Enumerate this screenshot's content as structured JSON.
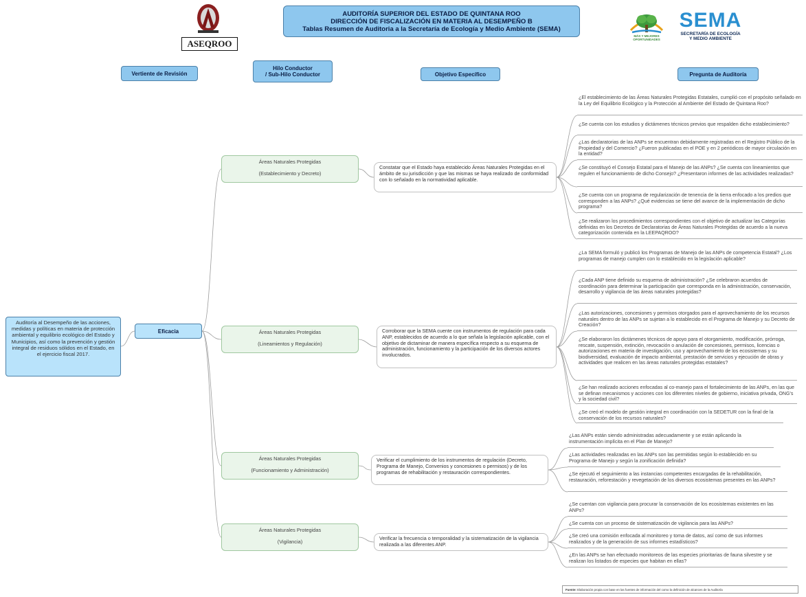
{
  "header": {
    "title_lines": [
      "AUDITORÍA SUPERIOR DEL ESTADO DE QUINTANA ROO",
      "DIRECCIÓN DE FISCALIZACIÓN EN MATERIA AL DESEMPEÑO B",
      "Tablas Resumen de Auditoria  a la Secretaría de Ecología y Medio Ambiente (SEMA)"
    ],
    "left_logo": "ASEQROO",
    "right_logo": {
      "emblem_motto": "MÁS Y MEJORES OPORTUNIDADES",
      "name": "SEMA",
      "subtitle_lines": [
        "SECRETARÍA DE ECOLOGÍA",
        "Y MEDIO AMBIENTE"
      ]
    }
  },
  "columns": {
    "vertiente": "Vertiente de Revisión",
    "hilo_lines": [
      "Hilo  Conductor",
      "/ Sub-Hilo Conductor"
    ],
    "objetivo": "Objetivo Específico",
    "pregunta": "Pregunta de Auditoría"
  },
  "root": "Auditoría al Desempeño de las acciones, medidas y políticas en materia de protección ambiental y equilibrio ecológico del Estado y Municipios, así como la prevención y gestión integral de residuos sólidos en el Estado, en el ejercicio fiscal 2017.",
  "dimension": "Eficacia",
  "branches": [
    {
      "topic": "Áreas  Naturales  Protegidas",
      "sub": "(Establecimiento y Decreto)",
      "objective": "Constatar que el Estado haya establecido Áreas Naturales Protegidas en el ámbito de su jurisdicción y que las mismas se haya realizado de conformidad con lo señalado en la normatividad aplicable.",
      "questions": [
        "¿El establecimiento de las Áreas Naturales Protegidas Estatales, cumplió con el propósito señalado en la Ley del Equilibrio Ecológico y la Protección al Ambiente del Estado de Quintana Roo?",
        "¿Se cuenta con los estudios y dictámenes técnicos previos que respalden dicho establecimiento?",
        "¿Las declaratorias de las ANPs se encuentran debidamente registradas en el Registro Público de la Propiedad y del Comercio? ¿Fueron publicadas en el POE y en 2 periódicos de mayor circulación en la entidad?",
        "¿Se constituyó el Consejo Estatal para el Manejo de las ANPs? ¿Se cuenta con lineamientos que regulen el funcionamiento de dicho Consejo? ¿Presentaron informes de las actividades realizadas?",
        "¿Se cuenta con un programa de regularización de tenencia de la tierra enfocado a los predios que corresponden a las ANPs? ¿Qué evidencias se tiene del avance de la implementación de dicho programa?",
        "¿Se realizaron los procedimientos correspondientes con el objetivo de actualizar las Categorías definidas en los Decretos de Declaratorias de Áreas Naturales Protegidas de acuerdo a la nueva categorización contenida en la LEEPAQROO?"
      ]
    },
    {
      "topic": "Áreas  Naturales  Protegidas",
      "sub": "(Lineamientos y Regulación)",
      "objective": "Corroborar que la SEMA cuente con instrumentos de regulación para cada ANP, establecidos de acuerdo a lo que señala la legislación aplicable, con el objetivo de dictaminar de manera específica respecto a su esquema de administración, funcionamiento y la participación de los diversos actores involucrados.",
      "questions": [
        "¿La SEMA formuló y publicó los Programas de Manejo de las ANPs de competencia Estatal? ¿Los programas de manejo cumplen con lo establecido en la legislación aplicable?",
        "¿Cada ANP tiene definido su esquema de administración? ¿Se celebraron acuerdos de coordinación para determinar la participación que corresponda en la administración, conservación, desarrollo y vigilancia de las áreas naturales protegidas?",
        "¿Las autorizaciones, concesiones y permisos otorgados para el aprovechamiento de los recursos naturales dentro de las ANPs se sujetan a lo establecido en el Programa de Manejo y su Decreto de Creación?",
        "¿Se elaboraron los dictámenes técnicos de apoyo para el otorgamiento, modificación, prórroga, rescate, suspensión, extinción, revocación o anulación de concesiones, permisos, licencias o autorizaciones en materia de investigación, uso y aprovechamiento de los ecosistemas y su biodiversidad, evaluación de impacto ambiental, prestación de servicios y ejecución de obras y actividades que realicen en las áreas naturales protegidas estatales?",
        "¿Se han realizado acciones enfocadas al co-manejo para el fortalecimiento de las ANPs, en las que se definan mecanismos y acciones con los diferentes niveles de gobierno, iniciativa privada, ONG's y la sociedad civil?",
        "¿Se creó el modelo de gestión integral en coordinación con la SEDETUR con la final de la conservación de los recursos naturales?"
      ]
    },
    {
      "topic": "Áreas  Naturales  Protegidas",
      "sub": "(Funcionamiento y Administración)",
      "objective": "Verificar el cumplimiento de los instrumentos de regulación (Decreto, Programa de Manejo, Convenios y concesiones o permisos) y de los programas de rehabilitación y restauración correspondientes.",
      "questions": [
        "¿Las ANPs están siendo administradas adecuadamente y se están aplicando la instrumentación implícita en el Plan de Manejo?",
        "¿Las actividades realizadas en las ANPs son las permitidas según lo establecido en su Programa de Manejo y según la zonificación definida?",
        "¿Se ejecutó el seguimiento a las instancias competentes encargadas de la rehabilitación, restauración, reforestación y revegetación de los diversos ecosistemas presentes en las ANPs?"
      ]
    },
    {
      "topic": "Áreas  Naturales  Protegidas",
      "sub": "(Vigilancia)",
      "objective": "Verificar la frecuencia o temporalidad y la sistematización de la vigilancia realizada a las diferentes ANP.",
      "questions": [
        "¿Se cuentan con vigilancia para procurar la conservación de los ecosistemas existentes en las ANPs?",
        "¿Se cuenta con un proceso de sistematización de vigilancia para las ANPs?",
        "¿Se creó una comisión enfocada al monitoreo y toma de datos, así como de sus informes realizados y de la generación de sus informes estadísticos?",
        "¿En las ANPs se han efectuado monitoreos de las especies prioritarias de fauna silvestre y se realizan los listados de especies que habitan en ellas?"
      ]
    }
  ],
  "footer": {
    "label": "Fuente:",
    "text": "Elaboración propia con base en las fuentes de información del como la definición de alcances de la Auditoría"
  }
}
